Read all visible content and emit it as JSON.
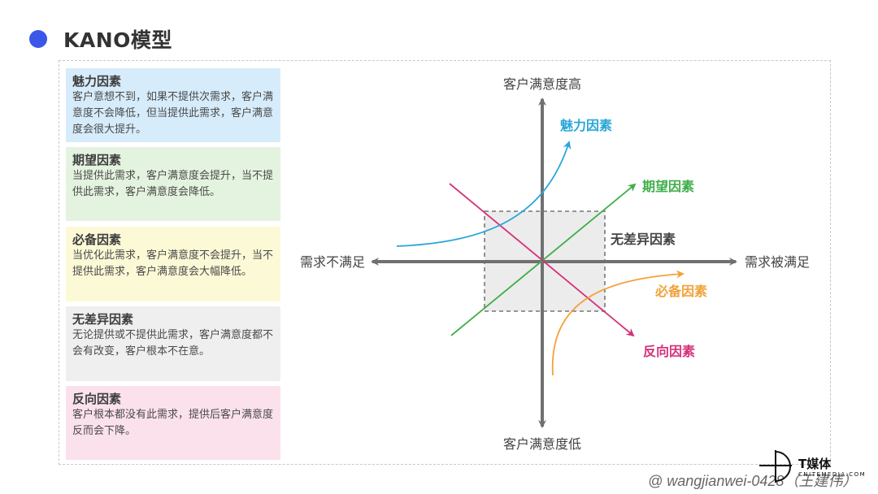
{
  "header": {
    "title": "KANO模型"
  },
  "cards": [
    {
      "title": "魅力因素",
      "desc": "客户意想不到，如果不提供次需求，客户满意度不会降低，但当提供此需求，客户满意度会很大提升。",
      "bg": "#d6ecfb"
    },
    {
      "title": "期望因素",
      "desc": "当提供此需求，客户满意度会提升，当不提供此需求，客户满意度会降低。",
      "bg": "#e4f3df"
    },
    {
      "title": "必备因素",
      "desc": "当优化此需求，客户满意度不会提升，当不提供此需求，客户满意度会大幅降低。",
      "bg": "#fcf9d6"
    },
    {
      "title": "无差异因素",
      "desc": "无论提供或不提供此需求，客户满意度都不会有改变，客户根本不在意。",
      "bg": "#efefef"
    },
    {
      "title": "反向因素",
      "desc": "客户根本都没有此需求，提供后客户满意度反而会下降。",
      "bg": "#fbe1ec"
    }
  ],
  "diagram": {
    "axis_top": "客户满意度高",
    "axis_bottom": "客户满意度低",
    "axis_left": "需求不满足",
    "axis_right": "需求被满足",
    "factors": {
      "attractive": {
        "label": "魅力因素",
        "color": "#2aa6d8"
      },
      "performance": {
        "label": "期望因素",
        "color": "#3fae49"
      },
      "indifferent": {
        "label": "无差异因素",
        "color": "#444444"
      },
      "must_be": {
        "label": "必备因素",
        "color": "#f2a23a"
      },
      "reverse": {
        "label": "反向因素",
        "color": "#d6317a"
      }
    },
    "axis_color": "#707070"
  },
  "footer": {
    "credit": "@ wangjianwei-0428（王建伟）"
  },
  "logo": {
    "name": "T媒体",
    "sub": "CNITEMEDIA.COM"
  }
}
